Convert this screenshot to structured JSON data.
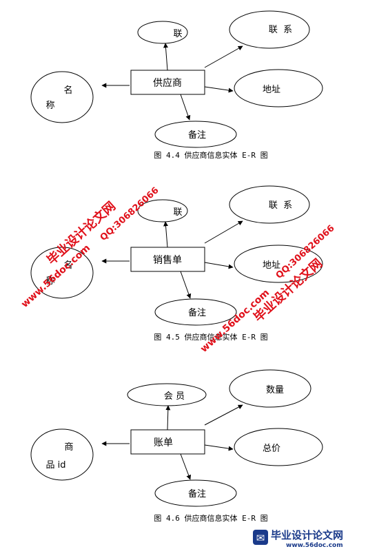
{
  "figures": [
    {
      "center": "供应商",
      "caption": "图 4.4 供应商信息实体 E-R 图",
      "attrs": {
        "top": "联",
        "top_right": "联  系",
        "left_a": "名",
        "left_b": "称",
        "right": "地址",
        "bottom": "备注"
      }
    },
    {
      "center": "销售单",
      "caption": "图 4.5 供应商信息实体 E-R 图",
      "attrs": {
        "top": "联",
        "top_right": "联  系",
        "left_a": "名",
        "left_b": "称",
        "right": "地址",
        "bottom": "备注"
      }
    },
    {
      "center": "账单",
      "caption": "图 4.6 供应商信息实体 E-R 图",
      "attrs": {
        "top": "会 员",
        "top_right": "数量",
        "left_a": "商",
        "left_b": "品 id",
        "right": "总价",
        "bottom": "备注"
      }
    }
  ],
  "watermarks": {
    "name": "毕业设计论文网",
    "url": "www.56doc.com",
    "qq": "QQ:306826066"
  },
  "logo": {
    "title": "毕业设计论文网",
    "url": "www.56doc.com"
  },
  "colors": {
    "watermark_red": "#e0101a",
    "logo_blue": "#1a3a8a"
  }
}
